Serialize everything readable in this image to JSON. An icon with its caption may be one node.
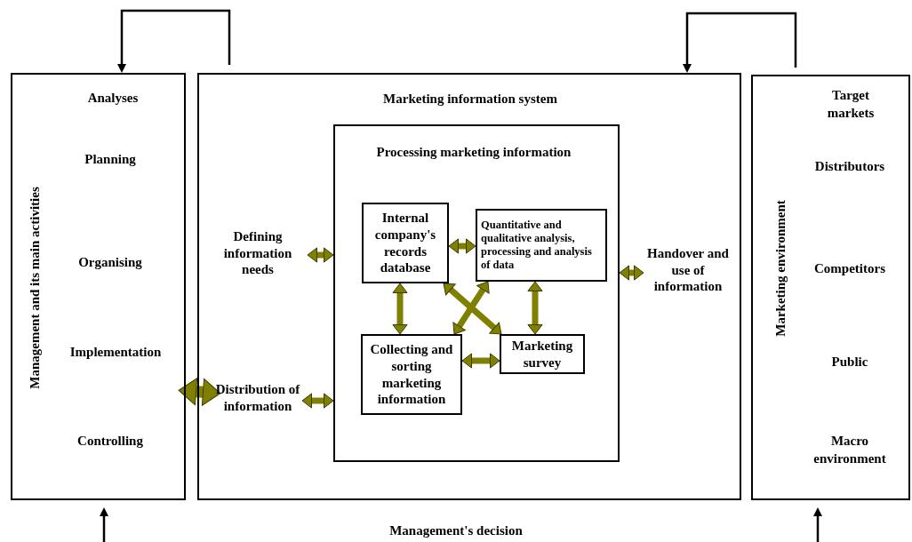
{
  "diagram": {
    "nodes": [
      {
        "text": [
          "Management and its main activities",
          "Analyses",
          "Planning",
          "Organising",
          "Implementation",
          "Controlling"
        ]
      },
      {
        "text": [
          "Marketing information system"
        ]
      },
      {
        "text": [
          "Defining information needs"
        ],
        "in": 1
      },
      {
        "text": [
          "Distribution of information"
        ],
        "in": 1
      },
      {
        "text": [
          "Handover and use of information"
        ],
        "in": 1
      },
      {
        "text": [
          "Processing marketing information"
        ],
        "in": 1
      },
      {
        "text": [
          "Internal company's records database"
        ],
        "in": 5
      },
      {
        "text": [
          "Quantitative and qualitative analysis, processing and analysis of data"
        ],
        "in": 5
      },
      {
        "text": [
          "Collecting and sorting marketing information"
        ],
        "in": 5
      },
      {
        "text": [
          "Marketing survey"
        ],
        "in": 5
      },
      {
        "text": [
          "Marketing environment",
          "Target markets",
          "Distributors",
          "Competitors",
          "Public",
          "Macro environment"
        ]
      }
    ],
    "edges": [
      {
        "from": 1,
        "to": 0,
        "arrow": "to",
        "color": "#000000"
      },
      {
        "from": 10,
        "to": 1,
        "arrow": "to",
        "color": "#000000"
      },
      {
        "from": null,
        "to": 0,
        "arrow": "to",
        "color": "#000000"
      },
      {
        "from": null,
        "to": 10,
        "arrow": "to",
        "color": "#000000"
      },
      {
        "from": 0,
        "to": 3,
        "arrow": "both",
        "style": "thick"
      },
      {
        "from": 2,
        "to": 5,
        "arrow": "both"
      },
      {
        "from": 3,
        "to": 5,
        "arrow": "both"
      },
      {
        "from": 5,
        "to": 4,
        "arrow": "both"
      },
      {
        "from": 6,
        "to": 7,
        "arrow": "both"
      },
      {
        "from": 6,
        "to": 8,
        "arrow": "both"
      },
      {
        "from": 7,
        "to": 9,
        "arrow": "both"
      },
      {
        "from": 8,
        "to": 9,
        "arrow": "both"
      },
      {
        "from": 6,
        "to": 9,
        "arrow": "both"
      },
      {
        "from": 8,
        "to": 7,
        "arrow": "both"
      }
    ],
    "labels": [
      "Management's decision"
    ]
  }
}
